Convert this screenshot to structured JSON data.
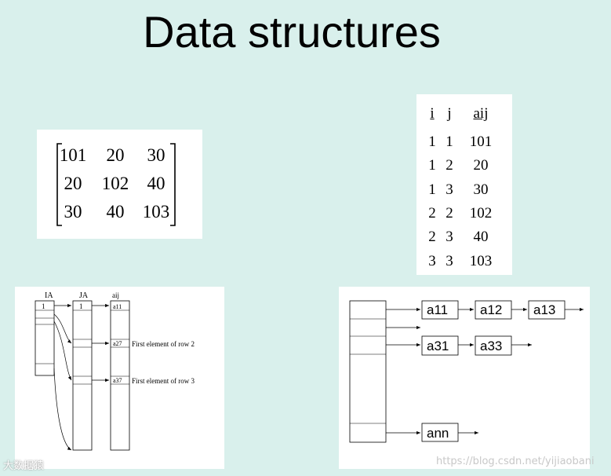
{
  "title": "Data structures",
  "matrix": {
    "rows": [
      [
        "101",
        "20",
        "30"
      ],
      [
        "20",
        "102",
        "40"
      ],
      [
        "30",
        "40",
        "103"
      ]
    ]
  },
  "triplet_table": {
    "headers": [
      "i",
      "j",
      "aij"
    ],
    "rows": [
      [
        "1",
        "1",
        "101"
      ],
      [
        "1",
        "2",
        "20"
      ],
      [
        "1",
        "3",
        "30"
      ],
      [
        "2",
        "2",
        "102"
      ],
      [
        "2",
        "3",
        "40"
      ],
      [
        "3",
        "3",
        "103"
      ]
    ]
  },
  "crs_diagram": {
    "ia_label": "IA",
    "ja_label": "JA",
    "a_label": "aij",
    "ia_first": "1",
    "ja_first": "1",
    "a_first": "a11",
    "a_row2": "a27",
    "a_row3": "a37",
    "row2_note": "First element of row 2",
    "row3_note": "First element of row 3"
  },
  "linked_list_diagram": {
    "row1_nodes": [
      "a11",
      "a12",
      "a13"
    ],
    "row3_nodes": [
      "a31",
      "a33"
    ],
    "last_node": "ann"
  },
  "watermarks": {
    "left": "大数据猿",
    "right": "https://blog.csdn.net/yijiaobani"
  }
}
